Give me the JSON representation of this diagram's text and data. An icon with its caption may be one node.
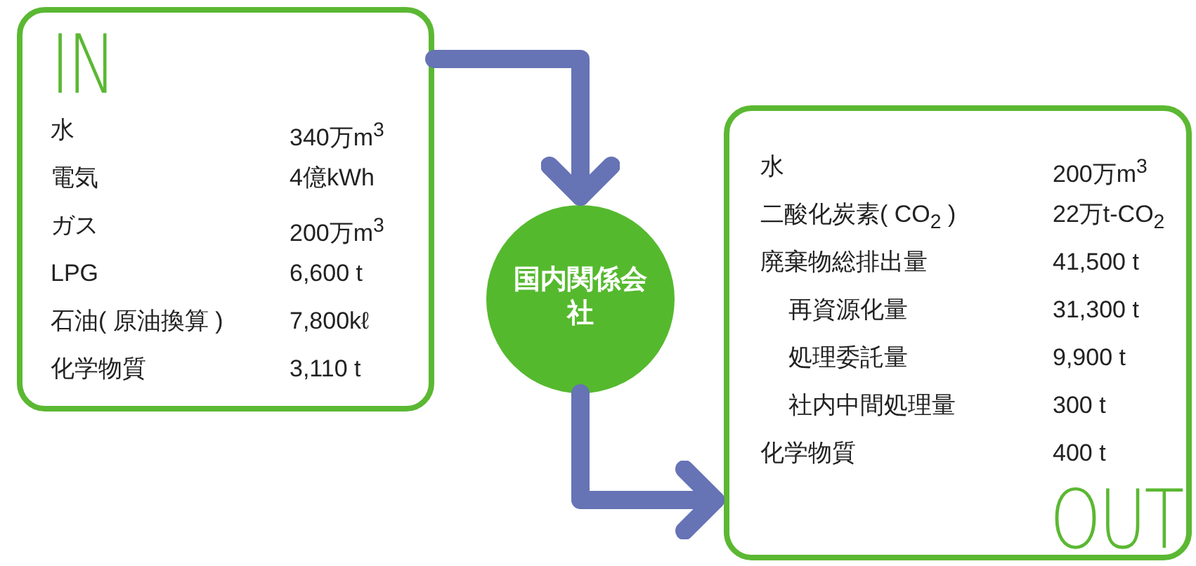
{
  "diagram": {
    "nodes": [
      {
        "text": [
          "IN",
          "水",
          "340万m$^{3}$",
          "電気",
          "4億kWh",
          "ガス",
          "200万m$^{3}$",
          "LPG",
          "6,600 t",
          "石油( 原油換算 )",
          "7,800kℓ",
          "化学物質",
          "3,110 t"
        ]
      },
      {
        "text": [
          "国内関係会社"
        ]
      },
      {
        "text": [
          "OUT",
          "水",
          "200万m$^{3}$",
          "二酸化炭素( CO$_{2}$ )",
          "22万t-CO$_{2}$",
          "廃棄物総排出量",
          "41,500 t",
          "再資源化量",
          "31,300 t",
          "処理委託量",
          "9,900 t",
          "社内中間処理量",
          "300 t",
          "化学物質",
          "400 t"
        ]
      }
    ],
    "edges": [
      {
        "from": 0,
        "to": 1,
        "arrow": "to"
      },
      {
        "from": 1,
        "to": 2,
        "arrow": "to"
      }
    ]
  }
}
